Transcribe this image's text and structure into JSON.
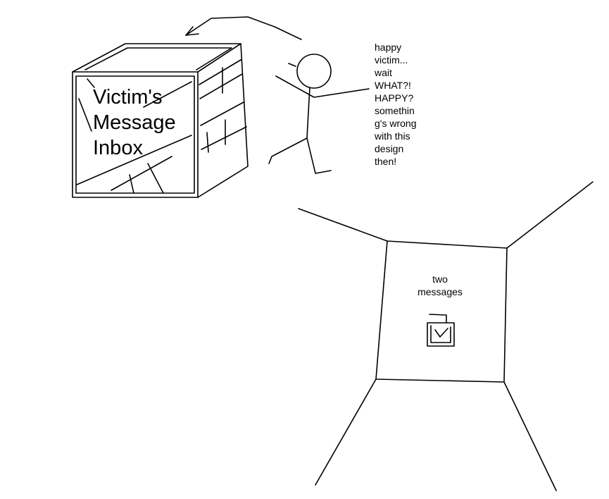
{
  "inbox": {
    "title": "Victim's\nMessage\nInbox"
  },
  "speech": {
    "text": "happy\nvictim...\nwait\nWHAT?!\nHAPPY?\nsomethin\ng's wrong\nwith this\ndesign\nthen!"
  },
  "room": {
    "label": "two\nmessages"
  },
  "icons": {
    "arrow": "curved-arrow-icon",
    "message": "message-checkmark-icon"
  },
  "colors": {
    "ink": "#000000",
    "background": "#ffffff"
  }
}
